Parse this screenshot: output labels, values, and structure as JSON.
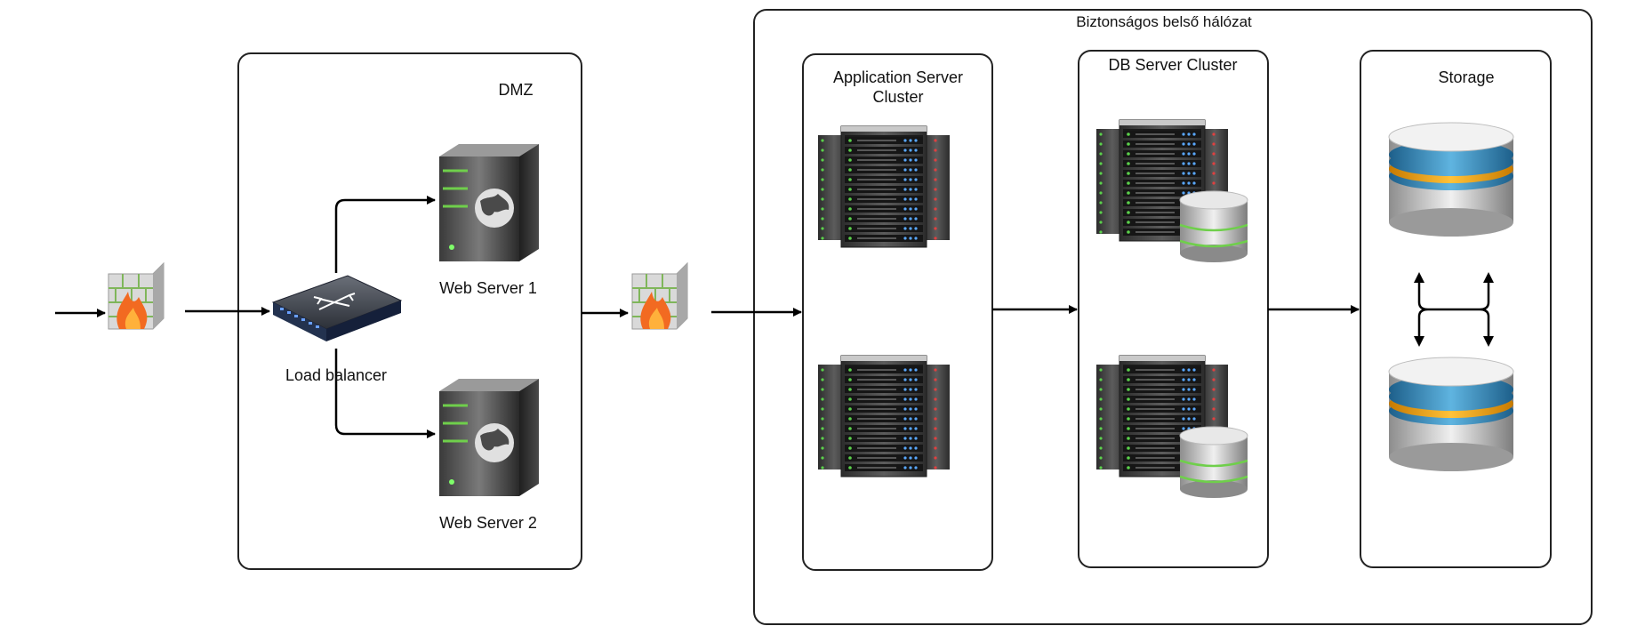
{
  "zones": {
    "dmz": "DMZ",
    "secure_network": "Biztonságos belső hálózat",
    "app_cluster": [
      "Application Server",
      "Cluster"
    ],
    "db_cluster": "DB Server Cluster",
    "storage": "Storage"
  },
  "nodes": {
    "load_balancer": "Load balancer",
    "web_server_1": "Web Server 1",
    "web_server_2": "Web Server 2"
  },
  "icons": {
    "firewall": "firewall-icon",
    "switch": "load-balancer-switch-icon",
    "web_server": "web-server-tower-icon",
    "server_rack": "server-rack-icon",
    "db_server": "database-server-icon",
    "storage": "storage-disk-icon"
  }
}
